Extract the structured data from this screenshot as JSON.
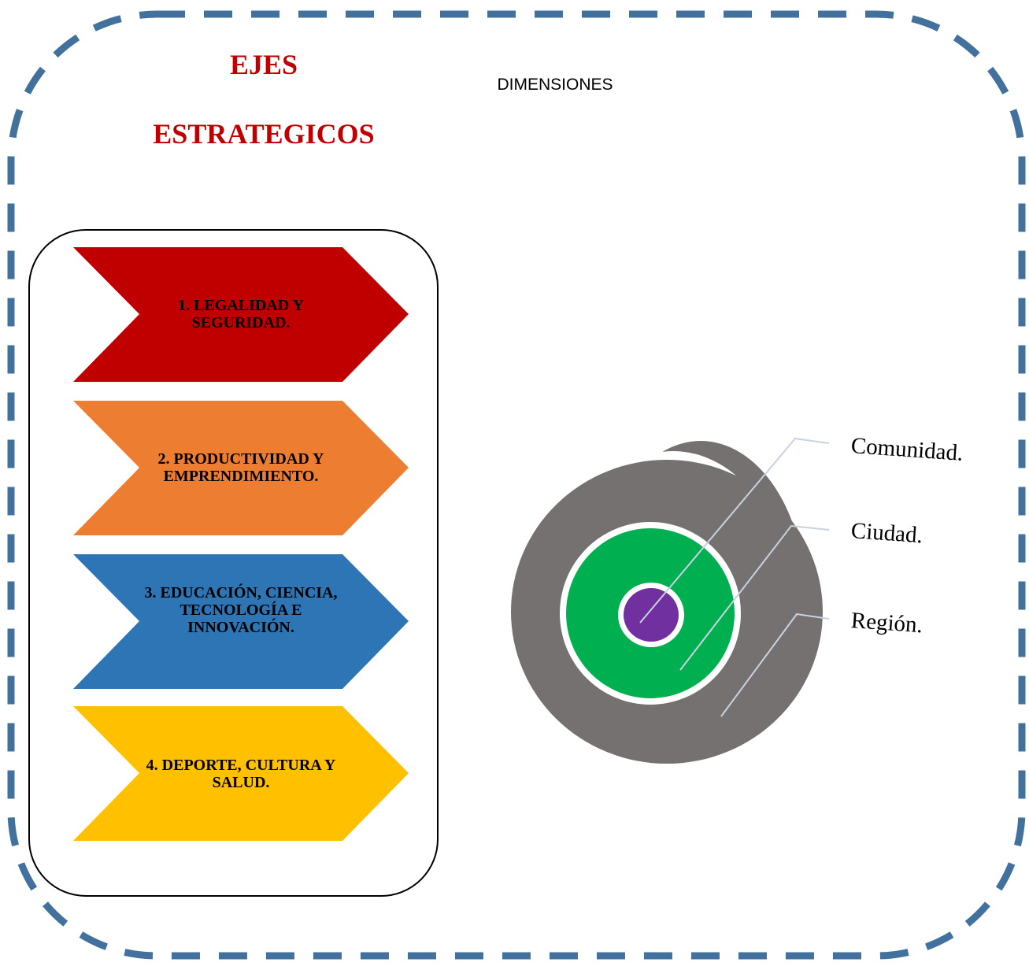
{
  "title": {
    "line1": "EJES",
    "line2": "ESTRATEGICOS",
    "color": "#c00000"
  },
  "dimensions_label": "DIMENSIONES",
  "axes": [
    {
      "label": "1. LEGALIDAD Y SEGURIDAD.",
      "color": "#c00000"
    },
    {
      "label": "2. PRODUCTIVIDAD Y EMPRENDIMIENTO.",
      "color": "#ed7d31"
    },
    {
      "label": "3. EDUCACIÓN, CIENCIA, TECNOLOGÍA E INNOVACIÓN.",
      "color": "#2e75b6"
    },
    {
      "label": "4. DEPORTE, CULTURA Y SALUD.",
      "color": "#ffc000"
    }
  ],
  "dimensions": [
    {
      "label": "Comunidad.",
      "color": "#7030a0"
    },
    {
      "label": "Ciudad.",
      "color": "#00b050"
    },
    {
      "label": "Región.",
      "color": "#767171"
    }
  ],
  "border_color": "#41719c"
}
